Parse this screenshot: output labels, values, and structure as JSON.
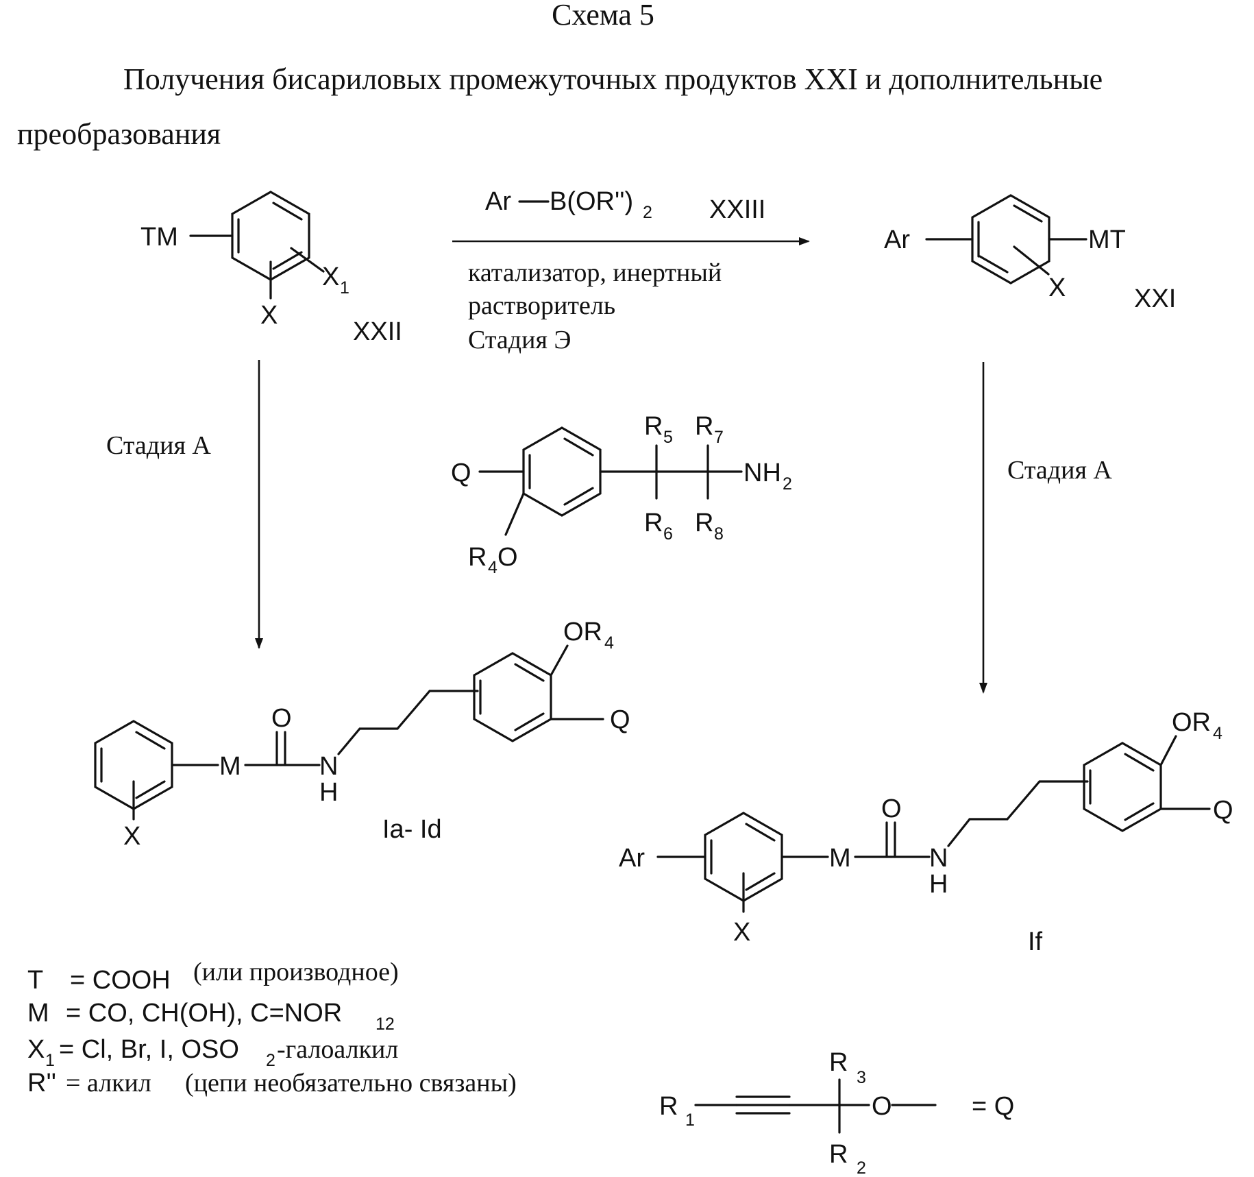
{
  "header": {
    "title": "Схема 5",
    "line1": "Получения бисариловых промежуточных продуктов XXI и дополнительные",
    "line2": "преобразования"
  },
  "atoms": {
    "TM": "TM",
    "X": "X",
    "X1": "X",
    "one": "1",
    "Ar": "Ar",
    "MT": "MT",
    "M": "M",
    "O": "O",
    "N": "N",
    "H": "H",
    "Q": "Q",
    "OR": "OR",
    "four": "4",
    "R": "R",
    "R4O_R": "R",
    "R4O_O": "O",
    "NH": "NH",
    "two": "2",
    "s5": "5",
    "s6": "6",
    "s7": "7",
    "s8": "8",
    "s1": "1",
    "s2": "2",
    "s3": "3",
    "eqQ": "= Q",
    "dash": "O"
  },
  "compounds": {
    "xxii": "XXII",
    "xxi": "XXI",
    "xxiii": "XXIII",
    "ia_id": "Ia- Id",
    "if": "If"
  },
  "reagent": {
    "ar_boron": "Ar",
    "boron": "B(OR'')",
    "boron_sub": "2"
  },
  "conditions": {
    "line1": "катализатор, инертный",
    "line2": "растворитель",
    "line3": "Стадия Э",
    "left_step": "Стадия A",
    "right_step": "Стадия A"
  },
  "legend": {
    "t_key": "T",
    "t_eq": "= COOH",
    "t_note": "(или производное)",
    "m_key": "M",
    "m_eq": "= CO, CH(OH), C=NOR",
    "m_sub": "12",
    "x1_key": "X",
    "x1_sub": "1",
    "x1_eq": "= Cl, Br, I, OSO",
    "x1_sub2": "2",
    "x1_tail": "-галоалкил",
    "r_key": "R''",
    "r_eq": "= алкил",
    "r_note": "(цепи необязательно связаны)"
  }
}
